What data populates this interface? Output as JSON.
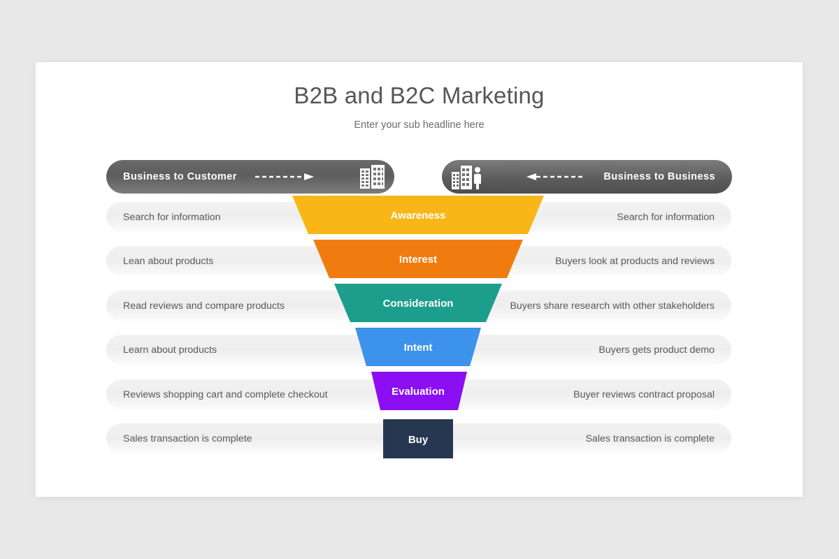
{
  "background_color": "#e9e8e9",
  "card": {
    "background": "#ffffff"
  },
  "header": {
    "title": "B2B and B2C Marketing",
    "subtitle": "Enter your sub headline here"
  },
  "banners": {
    "left": {
      "label": "Business to Customer",
      "arrow_direction": "right",
      "icon": "buildings-icon",
      "color": "#5d5d5d"
    },
    "right": {
      "label": "Business to Business",
      "arrow_direction": "left",
      "icon": "buildings-person-icon",
      "color": "#5d5d5d"
    }
  },
  "chart_data": {
    "type": "funnel",
    "title": "B2B and B2C Marketing",
    "subtitle": "Enter your sub headline here",
    "stages": [
      {
        "name": "Awareness",
        "color": "#f8b617",
        "b2c": "Search for information",
        "b2b": "Search for information"
      },
      {
        "name": "Interest",
        "color": "#f07c10",
        "b2c": "Lean about products",
        "b2b": "Buyers look at products and reviews"
      },
      {
        "name": "Consideration",
        "color": "#1d9e8c",
        "b2c": "Read reviews and compare products",
        "b2b": "Buyers share research with other stakeholders"
      },
      {
        "name": "Intent",
        "color": "#3d92ec",
        "b2c": "Learn about products",
        "b2b": "Buyers gets product demo"
      },
      {
        "name": "Evaluation",
        "color": "#8b0ff2",
        "b2c": "Reviews shopping cart and complete checkout",
        "b2b": "Buyer reviews contract proposal"
      },
      {
        "name": "Buy",
        "color": "#273751",
        "b2c": "Sales transaction is complete",
        "b2b": "Sales transaction is complete"
      }
    ],
    "left_column_header": "Business to Customer",
    "right_column_header": "Business to Business"
  }
}
